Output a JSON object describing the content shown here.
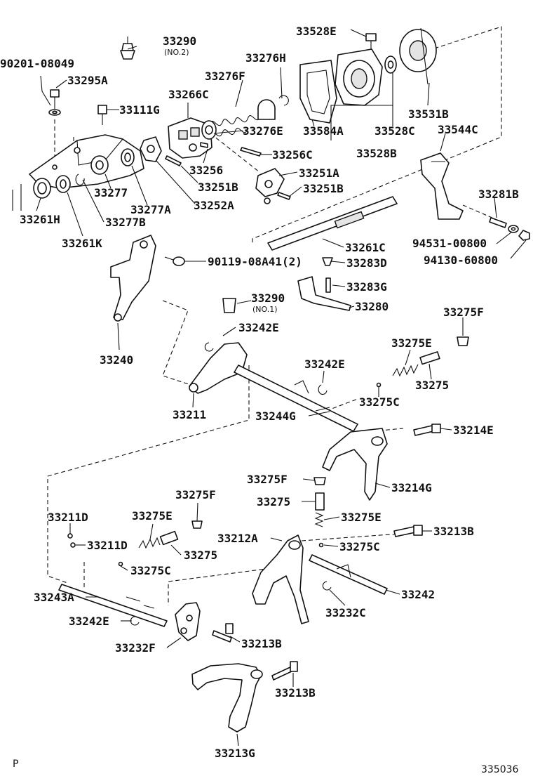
{
  "labels": {
    "p33290_2": "33290",
    "no2": "(NO.2)",
    "p33528e": "33528E",
    "p90201": "90201-08049",
    "p33295a": "33295A",
    "p33276h": "33276H",
    "p33276f": "33276F",
    "p33266c": "33266C",
    "p33111g": "33111G",
    "p33276e": "33276E",
    "p33584a": "33584A",
    "p33528c": "33528C",
    "p33531b": "33531B",
    "p33528b": "33528B",
    "p33544c": "33544C",
    "p33256c": "33256C",
    "p33256": "33256",
    "p33251a": "33251A",
    "p33251b_1": "33251B",
    "p33251b_2": "33251B",
    "p33277": "33277",
    "p33277a": "33277A",
    "p33252a": "33252A",
    "p33261h": "33261H",
    "p33277b": "33277B",
    "p33261k": "33261K",
    "p33281b": "33281B",
    "p94531": "94531-00800",
    "p94130": "94130-60800",
    "p33261c": "33261C",
    "p90119": "90119-08A41(2)",
    "p33283d": "33283D",
    "p33283g": "33283G",
    "p33290_1": "33290",
    "no1": "(NO.1)",
    "p33280": "33280",
    "p33275f_1": "33275F",
    "p33240": "33240",
    "p33242e_1": "33242E",
    "p33275e_1": "33275E",
    "p33242e_2": "33242E",
    "p33275_1": "33275",
    "p33275c_1": "33275C",
    "p33211": "33211",
    "p33244g": "33244G",
    "p33214e": "33214E",
    "p33275f_2": "33275F",
    "p33214g": "33214G",
    "p33275_2": "33275",
    "p33275e_2": "33275E",
    "p33275f_3": "33275F",
    "p33211d_1": "33211D",
    "p33275e_3": "33275E",
    "p33212a": "33212A",
    "p33213b_1": "33213B",
    "p33211d_2": "33211D",
    "p33275_3": "33275",
    "p33275c_2": "33275C",
    "p33275c_3": "33275C",
    "p33243a": "33243A",
    "p33242": "33242",
    "p33232c": "33232C",
    "p33242e_3": "33242E",
    "p33232f": "33232F",
    "p33213b_2": "33213B",
    "p33213b_3": "33213B",
    "p33213g": "33213G"
  },
  "footer": {
    "page_letter": "P",
    "diagram_number": "335036"
  }
}
